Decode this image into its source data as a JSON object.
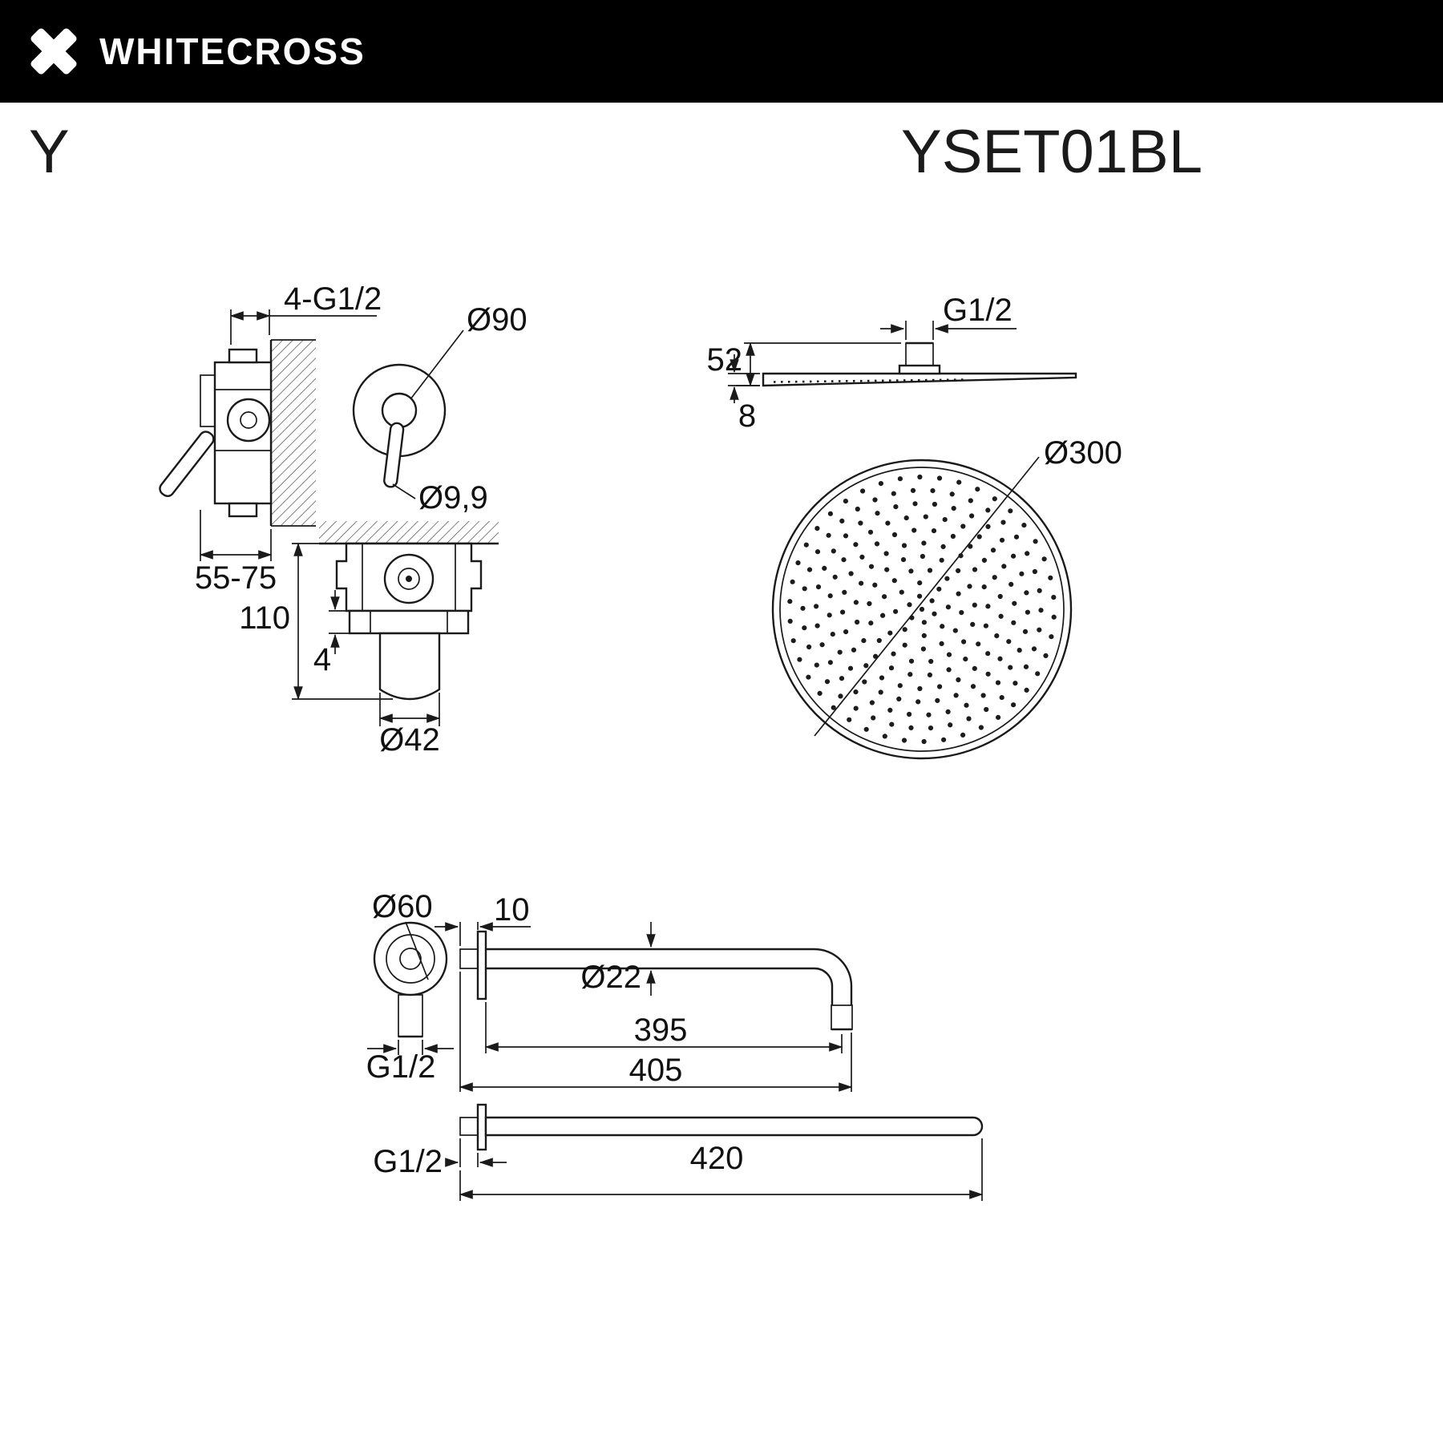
{
  "header": {
    "brand": "WHITECROSS"
  },
  "title": {
    "series": "Y",
    "model": "YSET01BL"
  },
  "colors": {
    "header_bg": "#000000",
    "header_text": "#ffffff",
    "line": "#1a1a1a"
  },
  "dims": {
    "mixer": {
      "inlet_thread": "4-G1/2",
      "escutcheon_diameter": "Ø90",
      "pin_diameter": "Ø9,9",
      "install_depth": "55-75",
      "body_height": "110",
      "plate_thickness": "4",
      "spout_diameter": "Ø42"
    },
    "head": {
      "thread": "G1/2",
      "connector_height": "52",
      "edge_thickness": "8",
      "diameter": "Ø300"
    },
    "elbow": {
      "flange_diameter": "Ø60",
      "thread": "G1/2"
    },
    "arm": {
      "thread_length": "10",
      "tube_diameter": "Ø22",
      "length_to_drop": "395",
      "overall_length": "405",
      "thread": "G1/2",
      "straight_length": "420"
    }
  }
}
